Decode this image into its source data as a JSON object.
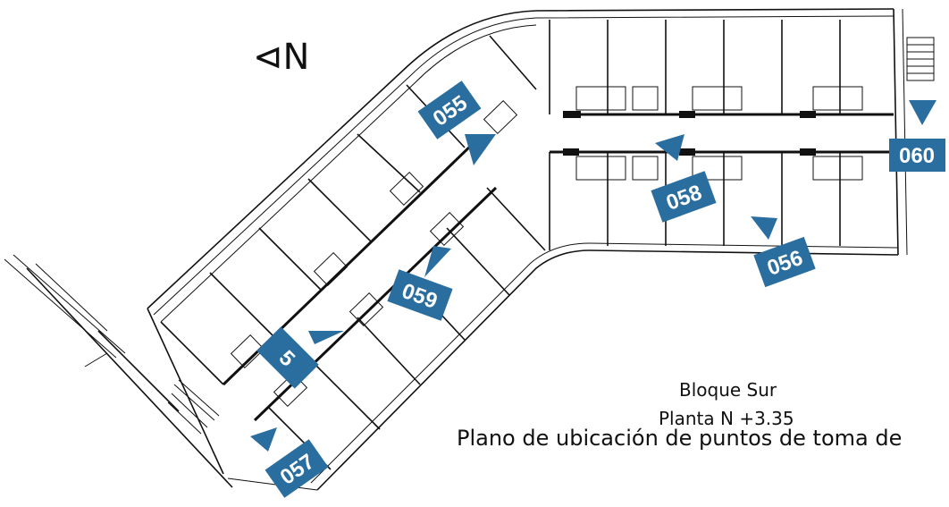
{
  "north_label": "N",
  "north_icon": "north-arrow-icon",
  "accent_color": "#2a6ea0",
  "captions": {
    "block": "Bloque Sur",
    "floor": "Planta N +3.35",
    "title": "Plano de ubicación de puntos de toma de"
  },
  "points": [
    {
      "label": "055"
    },
    {
      "label": "056"
    },
    {
      "label": "057"
    },
    {
      "label": "058"
    },
    {
      "label": "059"
    },
    {
      "label": "060"
    },
    {
      "label": "5"
    }
  ]
}
